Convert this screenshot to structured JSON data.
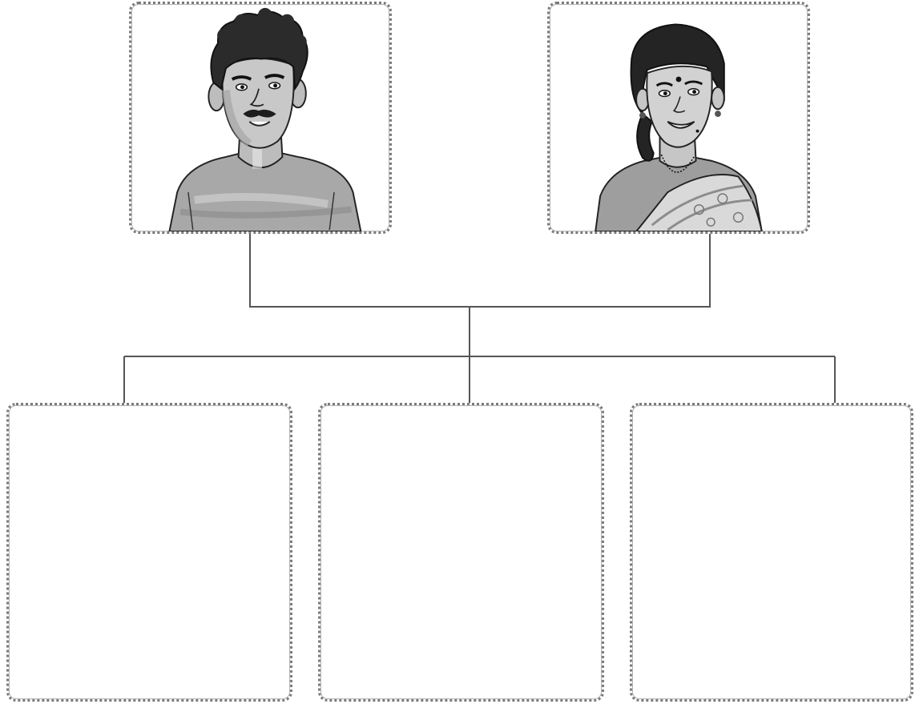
{
  "diagram": {
    "type": "family-tree",
    "parents": [
      {
        "id": "father",
        "illustration": "man-portrait"
      },
      {
        "id": "mother",
        "illustration": "woman-in-saree-portrait"
      }
    ],
    "children": [
      {
        "id": "child-1",
        "content": ""
      },
      {
        "id": "child-2",
        "content": ""
      },
      {
        "id": "child-3",
        "content": ""
      }
    ],
    "colors": {
      "line": "#555555",
      "frame_border": "#7a7a7a",
      "skin_dark": "#b9b9b9",
      "hair": "#2b2b2b",
      "shirt": "#a8a8a8"
    }
  }
}
